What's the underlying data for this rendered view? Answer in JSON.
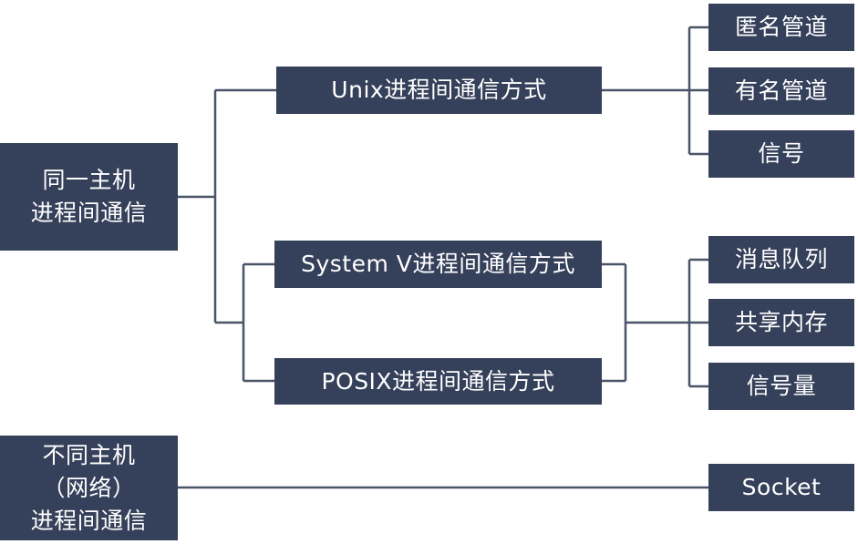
{
  "diagram": {
    "colors": {
      "box_fill": "#35405a",
      "box_text": "#ffffff",
      "connector": "#4a5468",
      "background": "#ffffff"
    },
    "root_same_host": "同一主机\n进程间通信",
    "root_diff_host": "不同主机\n（网络）\n进程间通信",
    "unix_ipc": "Unix进程间通信方式",
    "sysv_ipc": "System V进程间通信方式",
    "posix_ipc": "POSIX进程间通信方式",
    "unix_children": [
      "匿名管道",
      "有名管道",
      "信号"
    ],
    "ipc_children": [
      "消息队列",
      "共享内存",
      "信号量"
    ],
    "network_child": "Socket"
  }
}
